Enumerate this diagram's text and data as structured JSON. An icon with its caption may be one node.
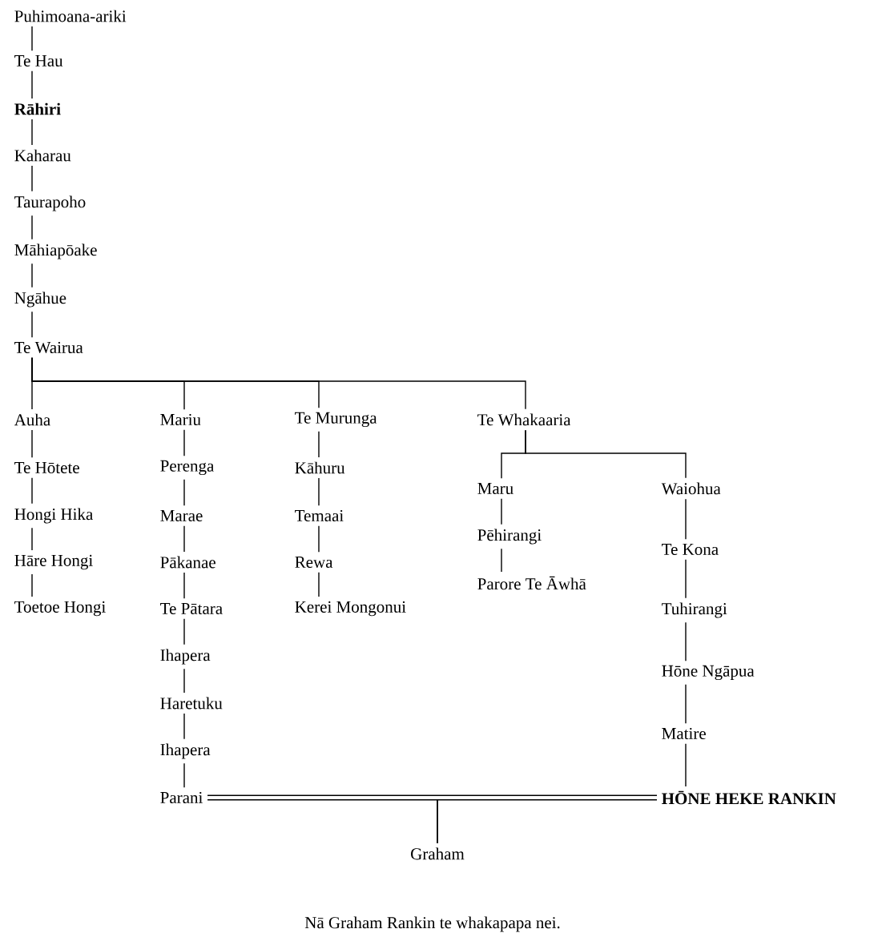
{
  "diagram": {
    "caption": "Nā Graham Rankin te whakapapa nei.",
    "nodes": [
      {
        "text": [
          "Puhimoana-ariki"
        ]
      },
      {
        "text": [
          "Te Hau"
        ]
      },
      {
        "text": [
          "Rāhiri"
        ]
      },
      {
        "text": [
          "Kaharau"
        ]
      },
      {
        "text": [
          "Taurapoho"
        ]
      },
      {
        "text": [
          "Māhiapōake"
        ]
      },
      {
        "text": [
          "Ngāhue"
        ]
      },
      {
        "text": [
          "Te Wairua"
        ]
      },
      {
        "text": [
          "Auha"
        ]
      },
      {
        "text": [
          "Te Hōtete"
        ]
      },
      {
        "text": [
          "Hongi Hika"
        ]
      },
      {
        "text": [
          "Hāre Hongi"
        ]
      },
      {
        "text": [
          "Toetoe Hongi"
        ]
      },
      {
        "text": [
          "Mariu"
        ]
      },
      {
        "text": [
          "Perenga"
        ]
      },
      {
        "text": [
          "Marae"
        ]
      },
      {
        "text": [
          "Pākanae"
        ]
      },
      {
        "text": [
          "Te Pātara"
        ]
      },
      {
        "text": [
          "Ihapera"
        ]
      },
      {
        "text": [
          "Haretuku"
        ]
      },
      {
        "text": [
          "Ihapera"
        ]
      },
      {
        "text": [
          "Parani"
        ]
      },
      {
        "text": [
          "Te Murunga"
        ]
      },
      {
        "text": [
          "Kāhuru"
        ]
      },
      {
        "text": [
          "Temaai"
        ]
      },
      {
        "text": [
          "Rewa"
        ]
      },
      {
        "text": [
          "Kerei Mongonui"
        ]
      },
      {
        "text": [
          "Te Whakaaria"
        ]
      },
      {
        "text": [
          "Maru"
        ]
      },
      {
        "text": [
          "Pēhirangi"
        ]
      },
      {
        "text": [
          "Parore Te Āwhā"
        ]
      },
      {
        "text": [
          "Waiohua"
        ]
      },
      {
        "text": [
          "Te Kona"
        ]
      },
      {
        "text": [
          "Tuhirangi"
        ]
      },
      {
        "text": [
          "Hōne Ngāpua"
        ]
      },
      {
        "text": [
          "Matire"
        ]
      },
      {
        "text": [
          "HŌNE HEKE RANKIN"
        ]
      },
      {
        "text": [
          "Graham"
        ]
      }
    ],
    "edges": [
      {
        "from": 0,
        "to": 1,
        "arrow": "none"
      },
      {
        "from": 1,
        "to": 2,
        "arrow": "none"
      },
      {
        "from": 2,
        "to": 3,
        "arrow": "none"
      },
      {
        "from": 3,
        "to": 4,
        "arrow": "none"
      },
      {
        "from": 4,
        "to": 5,
        "arrow": "none"
      },
      {
        "from": 5,
        "to": 6,
        "arrow": "none"
      },
      {
        "from": 6,
        "to": 7,
        "arrow": "none"
      },
      {
        "from": 7,
        "to": 8,
        "arrow": "none"
      },
      {
        "from": 7,
        "to": 13,
        "arrow": "none"
      },
      {
        "from": 7,
        "to": 22,
        "arrow": "none"
      },
      {
        "from": 7,
        "to": 27,
        "arrow": "none"
      },
      {
        "from": 8,
        "to": 9,
        "arrow": "none"
      },
      {
        "from": 9,
        "to": 10,
        "arrow": "none"
      },
      {
        "from": 10,
        "to": 11,
        "arrow": "none"
      },
      {
        "from": 11,
        "to": 12,
        "arrow": "none"
      },
      {
        "from": 13,
        "to": 14,
        "arrow": "none"
      },
      {
        "from": 14,
        "to": 15,
        "arrow": "none"
      },
      {
        "from": 15,
        "to": 16,
        "arrow": "none"
      },
      {
        "from": 16,
        "to": 17,
        "arrow": "none"
      },
      {
        "from": 17,
        "to": 18,
        "arrow": "none"
      },
      {
        "from": 18,
        "to": 19,
        "arrow": "none"
      },
      {
        "from": 19,
        "to": 20,
        "arrow": "none"
      },
      {
        "from": 20,
        "to": 21,
        "arrow": "none"
      },
      {
        "from": 22,
        "to": 23,
        "arrow": "none"
      },
      {
        "from": 23,
        "to": 24,
        "arrow": "none"
      },
      {
        "from": 24,
        "to": 25,
        "arrow": "none"
      },
      {
        "from": 25,
        "to": 26,
        "arrow": "none"
      },
      {
        "from": 27,
        "to": 28,
        "arrow": "none"
      },
      {
        "from": 27,
        "to": 31,
        "arrow": "none"
      },
      {
        "from": 28,
        "to": 29,
        "arrow": "none"
      },
      {
        "from": 29,
        "to": 30,
        "arrow": "none"
      },
      {
        "from": 31,
        "to": 32,
        "arrow": "none"
      },
      {
        "from": 32,
        "to": 33,
        "arrow": "none"
      },
      {
        "from": 33,
        "to": 34,
        "arrow": "none"
      },
      {
        "from": 34,
        "to": 35,
        "arrow": "none"
      },
      {
        "from": 35,
        "to": 36,
        "arrow": "none"
      },
      {
        "from": 21,
        "to": 36,
        "arrow": "none",
        "style": "thick"
      },
      {
        "from": 21,
        "to": 37,
        "arrow": "none"
      },
      {
        "from": 36,
        "to": 37,
        "arrow": "none"
      }
    ]
  }
}
